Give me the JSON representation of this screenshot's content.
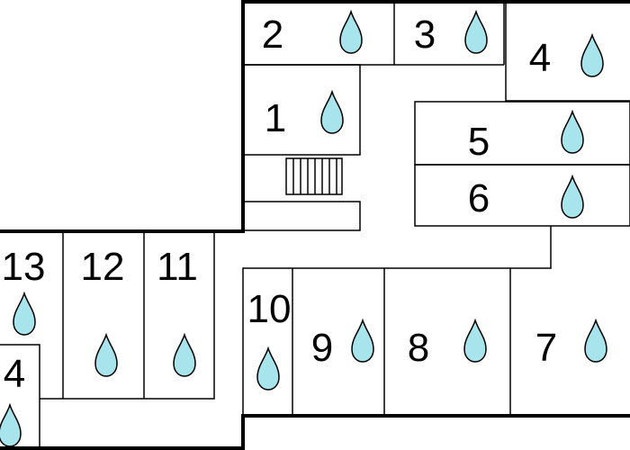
{
  "floor_plan": {
    "colors": {
      "wall": "#000000",
      "drop_fill": "#a8e4ec",
      "drop_stroke": "#000000",
      "background": "#ffffff"
    },
    "drop_icon": "water-drop-icon",
    "rooms": [
      {
        "id": "1",
        "label": "1"
      },
      {
        "id": "2",
        "label": "2"
      },
      {
        "id": "3",
        "label": "3"
      },
      {
        "id": "4",
        "label": "4"
      },
      {
        "id": "5",
        "label": "5"
      },
      {
        "id": "6",
        "label": "6"
      },
      {
        "id": "7",
        "label": "7"
      },
      {
        "id": "8",
        "label": "8"
      },
      {
        "id": "9",
        "label": "9"
      },
      {
        "id": "10",
        "label": "10"
      },
      {
        "id": "11",
        "label": "11"
      },
      {
        "id": "12",
        "label": "12"
      },
      {
        "id": "13",
        "label": "13"
      },
      {
        "id": "14",
        "label": "4"
      }
    ]
  }
}
